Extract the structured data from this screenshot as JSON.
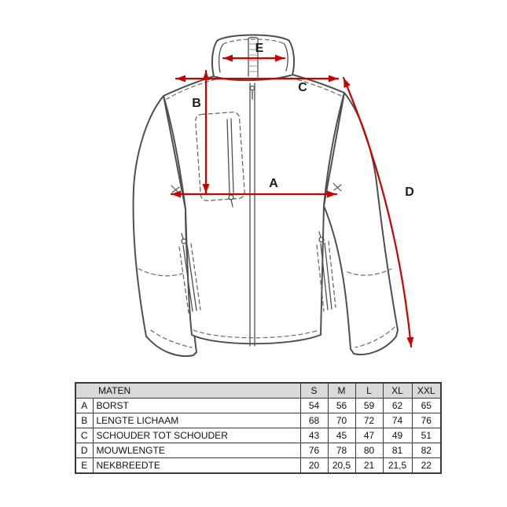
{
  "diagram": {
    "measure_labels": [
      "A",
      "B",
      "C",
      "D",
      "E"
    ],
    "arrow_color": "#cc0000"
  },
  "table": {
    "title": "MATEN",
    "size_headers": [
      "S",
      "M",
      "L",
      "XL",
      "XXL"
    ],
    "rows": [
      {
        "code": "A",
        "label": "BORST",
        "values": [
          "54",
          "56",
          "59",
          "62",
          "65"
        ]
      },
      {
        "code": "B",
        "label": "LENGTE LICHAAM",
        "values": [
          "68",
          "70",
          "72",
          "74",
          "76"
        ]
      },
      {
        "code": "C",
        "label": "SCHOUDER TOT SCHOUDER",
        "values": [
          "43",
          "45",
          "47",
          "49",
          "51"
        ]
      },
      {
        "code": "D",
        "label": "MOUWLENGTE",
        "values": [
          "76",
          "78",
          "80",
          "81",
          "82"
        ]
      },
      {
        "code": "E",
        "label": "NEKBREEDTE",
        "values": [
          "20",
          "20,5",
          "21",
          "21,5",
          "22"
        ]
      }
    ]
  }
}
